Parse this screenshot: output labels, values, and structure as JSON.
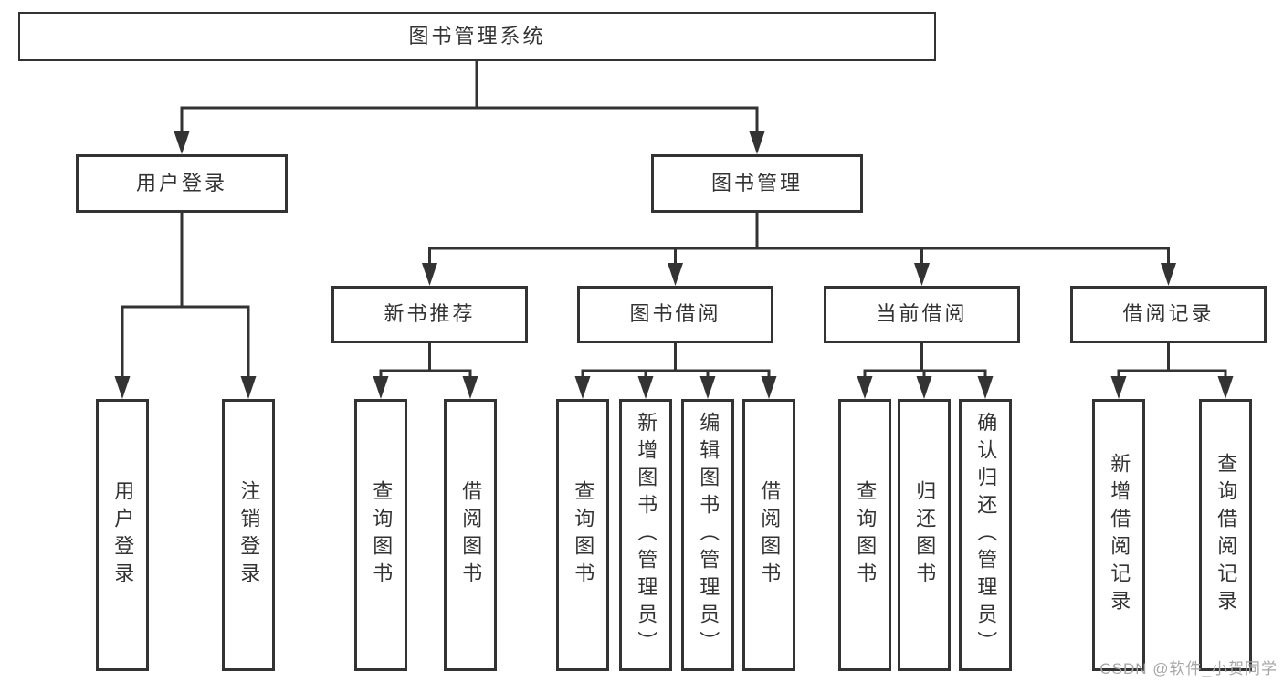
{
  "tree": {
    "label": "图书管理系统",
    "children": [
      {
        "label": "用户登录",
        "children": [
          {
            "label": "用户登录"
          },
          {
            "label": "注销登录"
          }
        ]
      },
      {
        "label": "图书管理",
        "children": [
          {
            "label": "新书推荐",
            "children": [
              {
                "label": "查询图书"
              },
              {
                "label": "借阅图书"
              }
            ]
          },
          {
            "label": "图书借阅",
            "children": [
              {
                "label": "查询图书"
              },
              {
                "label": "新增图书（管理员）"
              },
              {
                "label": "编辑图书（管理员）"
              },
              {
                "label": "借阅图书"
              }
            ]
          },
          {
            "label": "当前借阅",
            "children": [
              {
                "label": "查询图书"
              },
              {
                "label": "归还图书"
              },
              {
                "label": "确认归还（管理员）"
              }
            ]
          },
          {
            "label": "借阅记录",
            "children": [
              {
                "label": "新增借阅记录"
              },
              {
                "label": "查询借阅记录"
              }
            ]
          }
        ]
      }
    ]
  },
  "watermark": {
    "text": "CSDN @软件_小贺同学"
  },
  "colors": {
    "line": "#333333",
    "box_border": "#333333",
    "text": "#333333",
    "watermark": "#a6a6a6",
    "background": "#ffffff"
  }
}
